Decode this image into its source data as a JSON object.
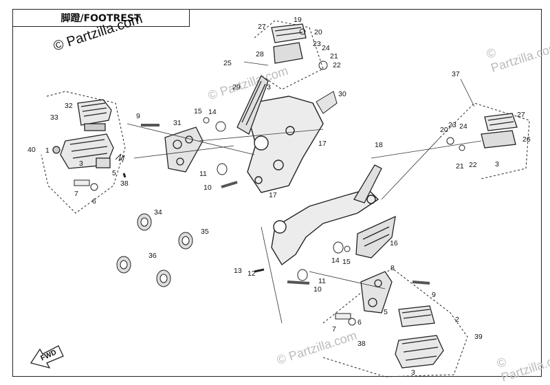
{
  "title": "脚蹬/FOOTREST",
  "watermark": {
    "main": "© Partzilla.com",
    "faint": "© Partzilla.com"
  },
  "fwd_label": "FWD",
  "callouts": [
    {
      "id": "c1",
      "text": "1"
    },
    {
      "id": "c2",
      "text": "2"
    },
    {
      "id": "c3",
      "text": "3"
    },
    {
      "id": "c5",
      "text": "5"
    },
    {
      "id": "c6",
      "text": "6"
    },
    {
      "id": "c7",
      "text": "7"
    },
    {
      "id": "c8",
      "text": "8"
    },
    {
      "id": "c9",
      "text": "9"
    },
    {
      "id": "c10",
      "text": "10"
    },
    {
      "id": "c11",
      "text": "11"
    },
    {
      "id": "c12",
      "text": "12"
    },
    {
      "id": "c13",
      "text": "13"
    },
    {
      "id": "c14",
      "text": "14"
    },
    {
      "id": "c15",
      "text": "15"
    },
    {
      "id": "c16",
      "text": "16"
    },
    {
      "id": "c17",
      "text": "17"
    },
    {
      "id": "c18",
      "text": "18"
    },
    {
      "id": "c19",
      "text": "19"
    },
    {
      "id": "c20",
      "text": "20"
    },
    {
      "id": "c21",
      "text": "21"
    },
    {
      "id": "c22",
      "text": "22"
    },
    {
      "id": "c23",
      "text": "23"
    },
    {
      "id": "c24",
      "text": "24"
    },
    {
      "id": "c25",
      "text": "25"
    },
    {
      "id": "c26",
      "text": "26"
    },
    {
      "id": "c27",
      "text": "27"
    },
    {
      "id": "c28",
      "text": "28"
    },
    {
      "id": "c29",
      "text": "29"
    },
    {
      "id": "c30",
      "text": "30"
    },
    {
      "id": "c31",
      "text": "31"
    },
    {
      "id": "c32",
      "text": "32"
    },
    {
      "id": "c33",
      "text": "33"
    },
    {
      "id": "c34",
      "text": "34"
    },
    {
      "id": "c35",
      "text": "35"
    },
    {
      "id": "c36",
      "text": "36"
    },
    {
      "id": "c37",
      "text": "37"
    },
    {
      "id": "c38",
      "text": "38"
    },
    {
      "id": "c39",
      "text": "39"
    },
    {
      "id": "c40",
      "text": "40"
    }
  ]
}
